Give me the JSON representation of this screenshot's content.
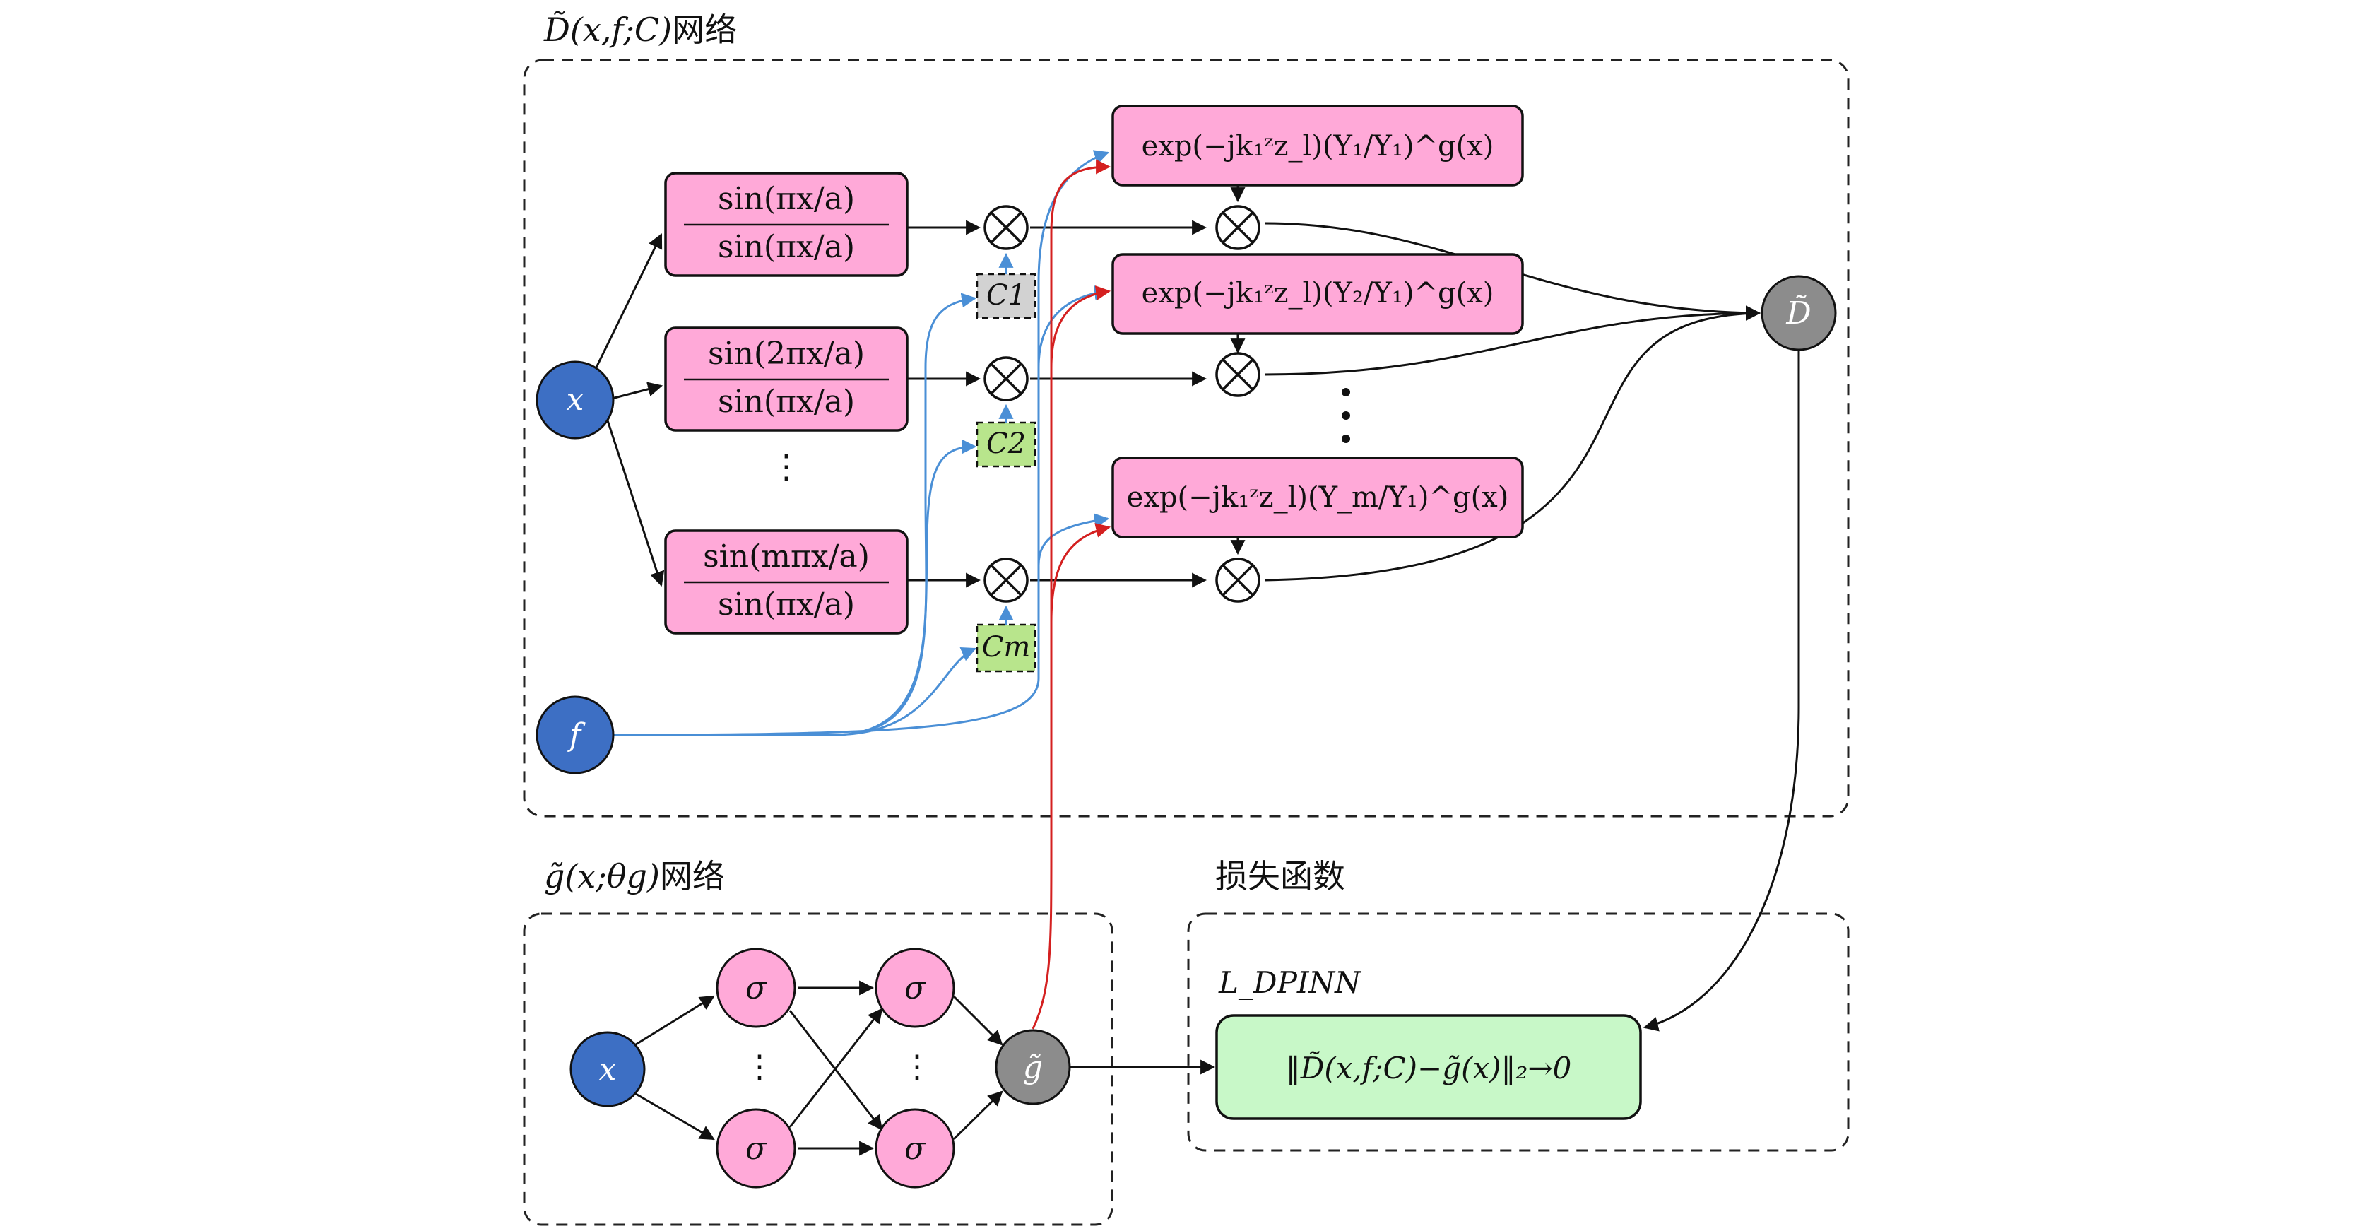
{
  "d_network": {
    "title_math": "D̃(x,f;C)",
    "title_cn": "网络",
    "input_x": "x",
    "input_f": "f",
    "ratio_boxes": [
      {
        "num": "sin(πx/a)",
        "den": "sin(πx/a)"
      },
      {
        "num": "sin(2πx/a)",
        "den": "sin(πx/a)"
      },
      {
        "num": "sin(mπx/a)",
        "den": "sin(πx/a)"
      }
    ],
    "ratio_ellipsis": "⋮",
    "coefficients": [
      "C1",
      "C2",
      "Cm"
    ],
    "exp_boxes": [
      "exp(−jk₁ᶻz_l)(Y₁/Y₁)^g(x)",
      "exp(−jk₁ᶻz_l)(Y₂/Y₁)^g(x)",
      "exp(−jk₁ᶻz_l)(Y_m/Y₁)^g(x)"
    ],
    "exp_ellipsis": "⋮",
    "output": "D̃",
    "colors": {
      "input": "#3d6fc4",
      "box": "#ffa9d8",
      "c1": "#d2d2d2",
      "c_green": "#b8e58c",
      "output": "#8c8c8c",
      "blue_line": "#4a8fd6",
      "red_line": "#d42020"
    }
  },
  "g_network": {
    "title_math": "g̃(x;θg)",
    "title_cn": "网络",
    "input": "x",
    "hidden": [
      "σ",
      "σ",
      "σ",
      "σ"
    ],
    "hidden_ellipsis": [
      "⋮",
      "⋮"
    ],
    "output": "g̃",
    "colors": {
      "input": "#3d6fc4",
      "hidden": "#ffa9d8",
      "output": "#8c8c8c"
    }
  },
  "loss": {
    "title_cn": "损失函数",
    "label": "L_DPINN",
    "expression": "‖D̃(x,f;C)−g̃(x)‖₂→0",
    "color": "#c8f8c8"
  }
}
